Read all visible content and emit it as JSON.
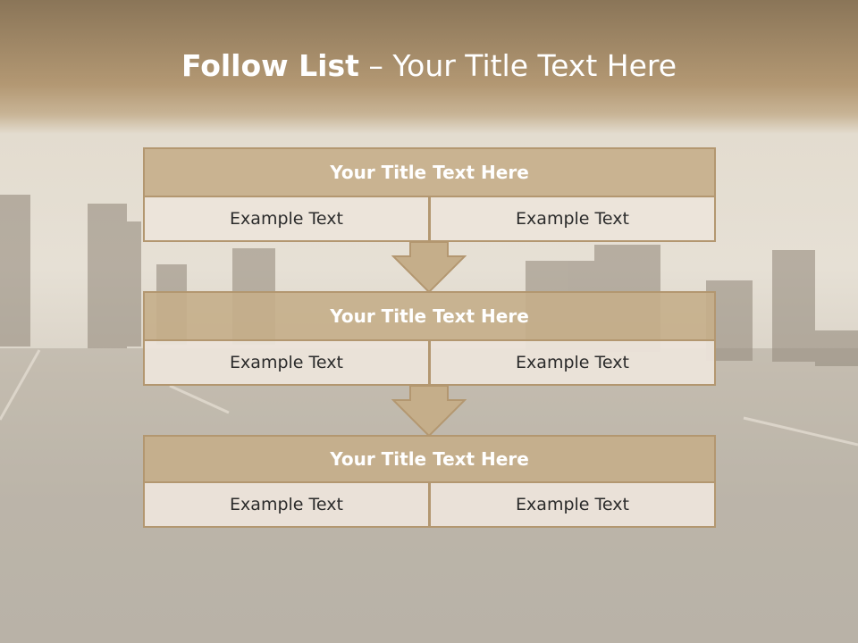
{
  "title": {
    "bold": "Follow List",
    "rest": " – Your Title Text Here"
  },
  "steps": [
    {
      "title": "Your Title Text Here",
      "left": "Example Text",
      "right": "Example Text"
    },
    {
      "title": "Your Title Text Here",
      "left": "Example Text",
      "right": "Example Text"
    },
    {
      "title": "Your Title Text Here",
      "left": "Example Text",
      "right": "Example Text"
    }
  ],
  "colors": {
    "header_band": "#b39873",
    "box_fill": "#c5ae8a",
    "box_border": "#b39770",
    "cell_fill": "#ece4da"
  }
}
